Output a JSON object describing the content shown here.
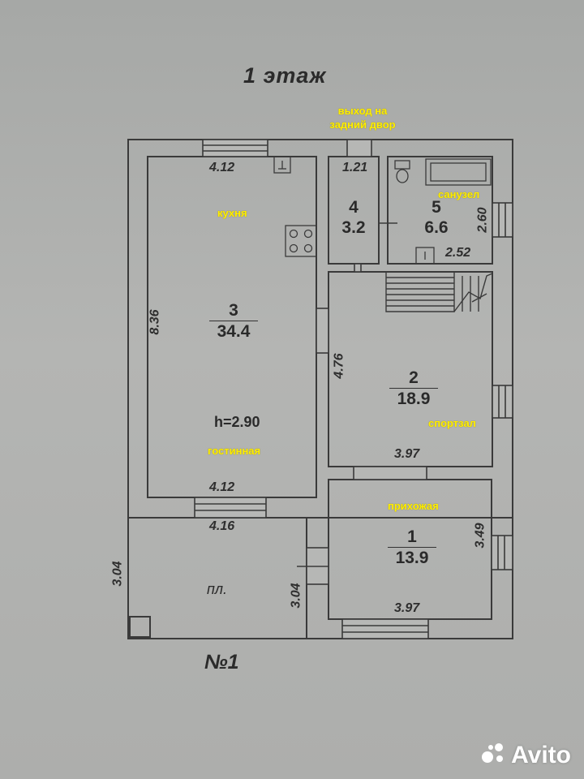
{
  "floor_title": "1 этаж",
  "plan_number": "№1",
  "ceiling_height": "h=2.90",
  "rooms": [
    {
      "number": "1",
      "area": "13.9",
      "label": "прихожая"
    },
    {
      "number": "2",
      "area": "18.9",
      "label": "спортзал"
    },
    {
      "number": "3",
      "area": "34.4",
      "label_top": "кухня",
      "label_bottom": "гостинная"
    },
    {
      "number": "4",
      "area": "3.2"
    },
    {
      "number": "5",
      "area": "6.6",
      "label": "санузел"
    }
  ],
  "annotations": {
    "back_exit_line1": "выход на",
    "back_exit_line2": "задний двор",
    "terrace": "пл."
  },
  "dimensions": {
    "kitchen_top": "4.12",
    "kitchen_bottom": "4.12",
    "kitchen_height": "8.36",
    "room4_width": "1.21",
    "bath_height": "2.60",
    "bath_width": "2.52",
    "gym_height": "4.76",
    "gym_width": "3.97",
    "hall_height": "3.49",
    "hall_width": "3.97",
    "terrace_width": "4.16",
    "terrace_left": "3.04",
    "terrace_right": "3.04"
  },
  "watermark": "Avito",
  "colors": {
    "paper": "#b0b1af",
    "lines": "#3a3a3a",
    "highlight_text": "#ffee00"
  }
}
